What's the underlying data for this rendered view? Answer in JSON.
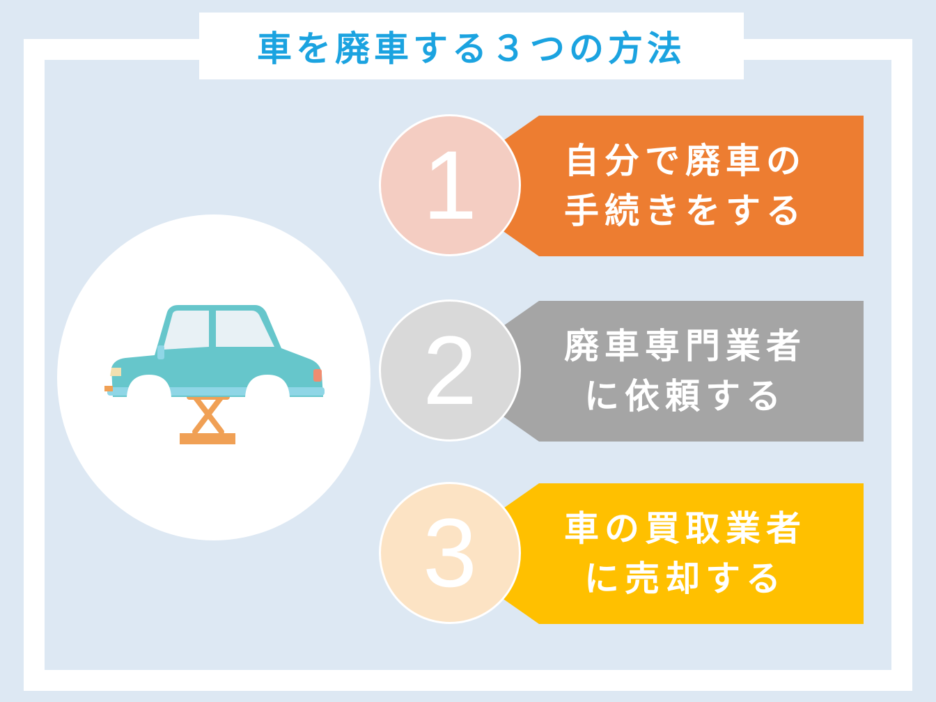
{
  "title": "車を廃車する３つの方法",
  "colors": {
    "background": "#dde8f3",
    "title_text": "#1ba3e0",
    "item1_banner": "#ed7d31",
    "item1_circle": "#f4cdc2",
    "item2_banner": "#a5a5a5",
    "item2_circle": "#d9d9d9",
    "item3_banner": "#ffc000",
    "item3_circle": "#fce3c4",
    "car_body": "#66c6cb",
    "jack": "#f0a055"
  },
  "illustration": {
    "icon": "car-on-jack-icon"
  },
  "items": [
    {
      "number": "1",
      "line1": "自分で廃車の",
      "line2": "手続きをする"
    },
    {
      "number": "2",
      "line1": "廃車専門業者",
      "line2": "に依頼する"
    },
    {
      "number": "3",
      "line1": "車の買取業者",
      "line2": "に売却する"
    }
  ]
}
